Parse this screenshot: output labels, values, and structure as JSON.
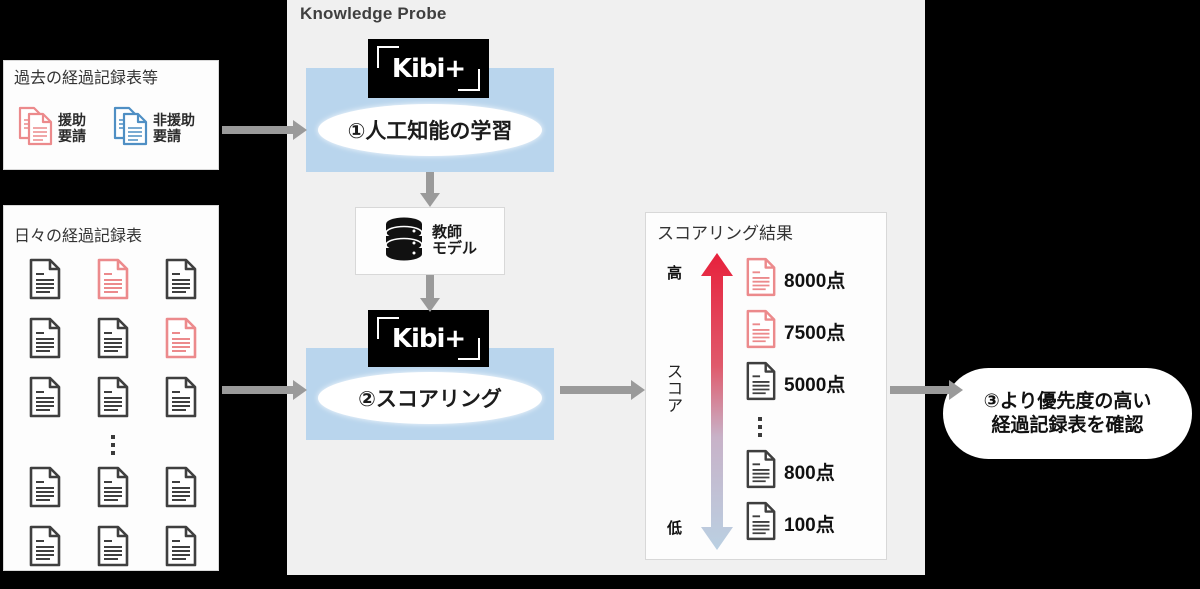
{
  "knowledge_probe": {
    "title": "Knowledge Probe",
    "logo_text": "Kibi+",
    "step1_label": "①人工知能の学習",
    "step2_label": "②スコアリング",
    "model_label_line1": "教師",
    "model_label_line2": "モデル",
    "model_icon": "database-icon"
  },
  "past_records": {
    "title": "過去の経過記録表等",
    "items": [
      {
        "label_line1": "援助",
        "label_line2": "要請",
        "color": "#e8888a",
        "icon": "stacked-document-icon"
      },
      {
        "label_line1": "非援助",
        "label_line2": "要請",
        "color": "#4f8fc4",
        "icon": "stacked-document-icon"
      }
    ]
  },
  "daily_records": {
    "title": "日々の経過記録表",
    "ellipsis": "⋮",
    "rows": [
      [
        "gray",
        "red",
        "gray"
      ],
      [
        "gray",
        "gray",
        "red"
      ],
      [
        "gray",
        "gray",
        "gray"
      ]
    ],
    "rows_after": [
      [
        "gray",
        "gray",
        "gray"
      ],
      [
        "gray",
        "gray",
        "gray"
      ]
    ]
  },
  "scoring_result": {
    "title": "スコアリング結果",
    "axis_label": "スコア",
    "high_label": "高",
    "low_label": "低",
    "ellipsis": "⋮",
    "gradient_top_color": "#e7213c",
    "gradient_bottom_color": "#bad0e2",
    "scores": [
      {
        "value": "8000点",
        "doc_color": "red"
      },
      {
        "value": "7500点",
        "doc_color": "red"
      },
      {
        "value": "5000点",
        "doc_color": "gray"
      },
      {
        "value": "800点",
        "doc_color": "gray"
      },
      {
        "value": "100点",
        "doc_color": "gray"
      }
    ]
  },
  "outcome": {
    "line1": "③より優先度の高い",
    "line2": "経過記録表を確認"
  },
  "colors": {
    "panel_bg": "#f0f0f0",
    "blue_box": "#b9d5ed",
    "arrow_gray": "#9a9a9a",
    "doc_gray": "#3f3f3f",
    "doc_red": "#ec8a8c"
  }
}
